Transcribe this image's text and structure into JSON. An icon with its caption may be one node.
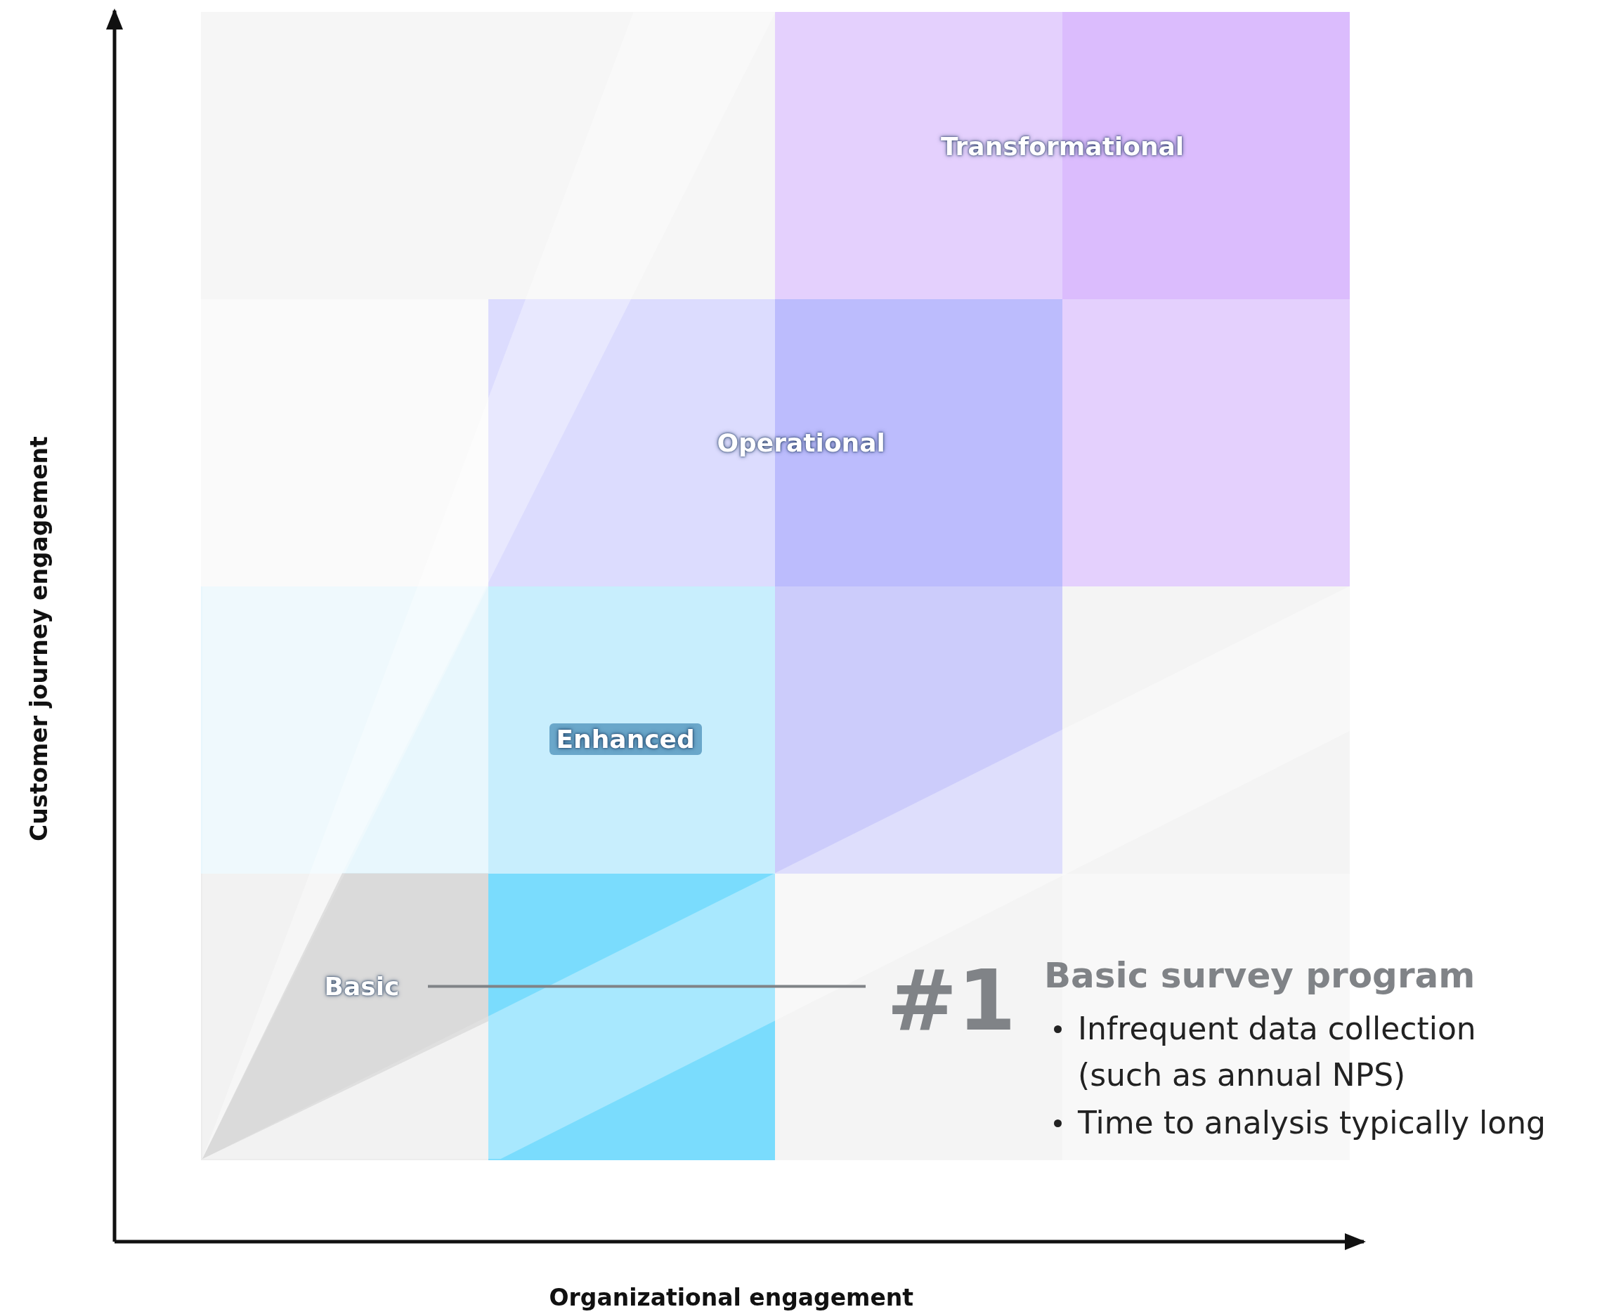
{
  "diagram": {
    "nodes": [
      {
        "text": [
          "Basic"
        ]
      },
      {
        "text": [
          "Enhanced"
        ]
      },
      {
        "text": [
          "Operational"
        ]
      },
      {
        "text": [
          "Transformational"
        ]
      },
      {
        "text": [
          "#1",
          "Basic survey program",
          "Infrequent data collection (such as annual NPS)",
          "Time to analysis typically long"
        ]
      }
    ],
    "edges": [
      {
        "from": 0,
        "to": 4,
        "arrow": "none"
      }
    ],
    "labels": [
      "Customer journey engagement",
      "Organizational engagement"
    ]
  }
}
